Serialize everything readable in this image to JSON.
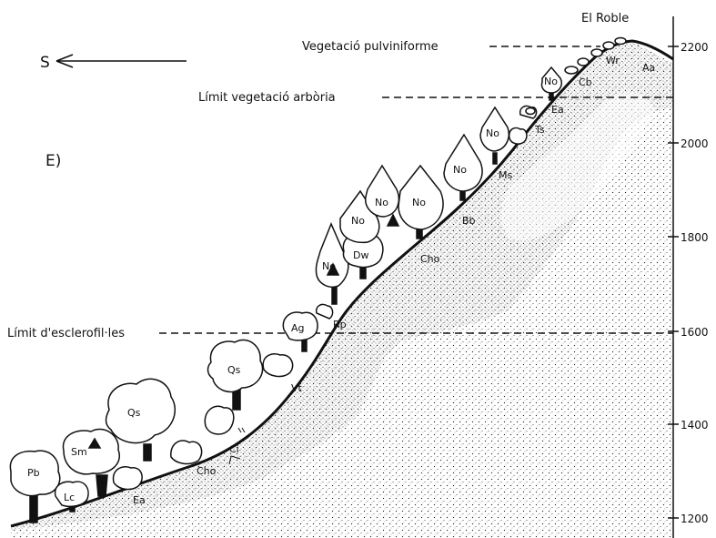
{
  "figure": {
    "panel_letter": "E)",
    "direction_label": "S",
    "summit_label": "El Roble",
    "top_fragment": "",
    "levels": [
      {
        "key": "pulvin",
        "label": "Vegetació pulviniforme",
        "alt": 2200
      },
      {
        "key": "arboria",
        "label": "Límit vegetació arbòria",
        "alt": 2090
      },
      {
        "key": "escler",
        "label": "Límit d'esclerofil·les",
        "alt": 1600
      }
    ],
    "altitude_axis": {
      "ticks": [
        "2200",
        "2000",
        "1800",
        "1600",
        "1400",
        "1200"
      ],
      "min": 1180,
      "max": 2260
    },
    "trees": [
      {
        "code": "Pb"
      },
      {
        "code": "Lc"
      },
      {
        "code": "Sm"
      },
      {
        "code": "Qs"
      },
      {
        "code": "Qs"
      },
      {
        "code": "Ag"
      },
      {
        "code": "No"
      },
      {
        "code": "Dw"
      },
      {
        "code": "No"
      },
      {
        "code": "No"
      },
      {
        "code": "No"
      },
      {
        "code": "No"
      },
      {
        "code": "No"
      },
      {
        "code": "No"
      }
    ],
    "ground_codes": [
      "Ea",
      "Cho",
      "Ci",
      "Vt",
      "Rp",
      "Cho",
      "Bb",
      "Ms",
      "Ts",
      "Ea",
      "Cb",
      "Wr",
      "Aa"
    ]
  },
  "colors": {
    "ink": "#111111",
    "paper": "#ffffff"
  }
}
